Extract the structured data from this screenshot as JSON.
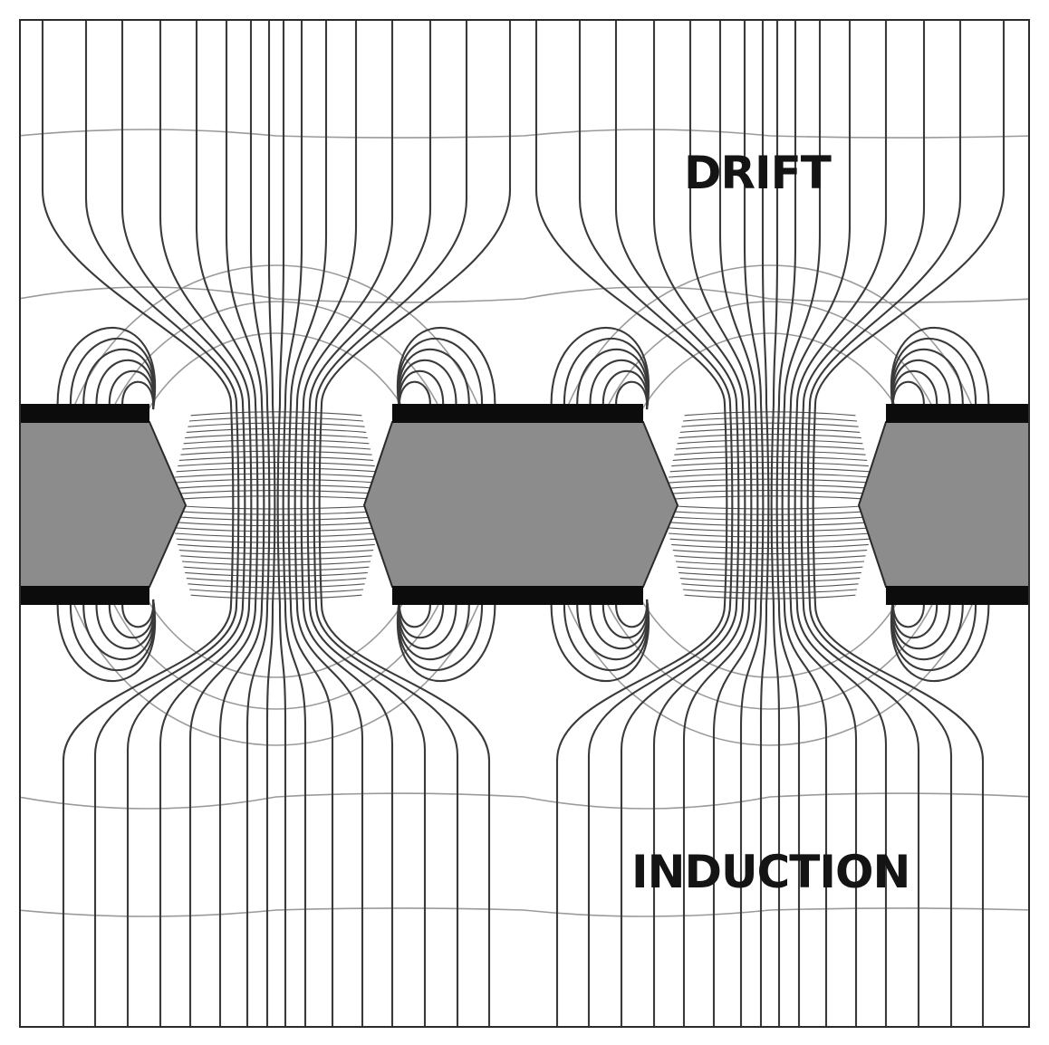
{
  "diagram": {
    "labels": {
      "drift": "DRIFT",
      "induction": "INDUCTION"
    },
    "hole_count": 2,
    "line_pairs_per_hole": 8,
    "colors": {
      "field_line": "#3a3a3a",
      "equipotential": "#9a9a9a",
      "foil_dielectric": "#8c8c8c",
      "electrode": "#0c0c0c",
      "background": "#ffffff"
    }
  }
}
